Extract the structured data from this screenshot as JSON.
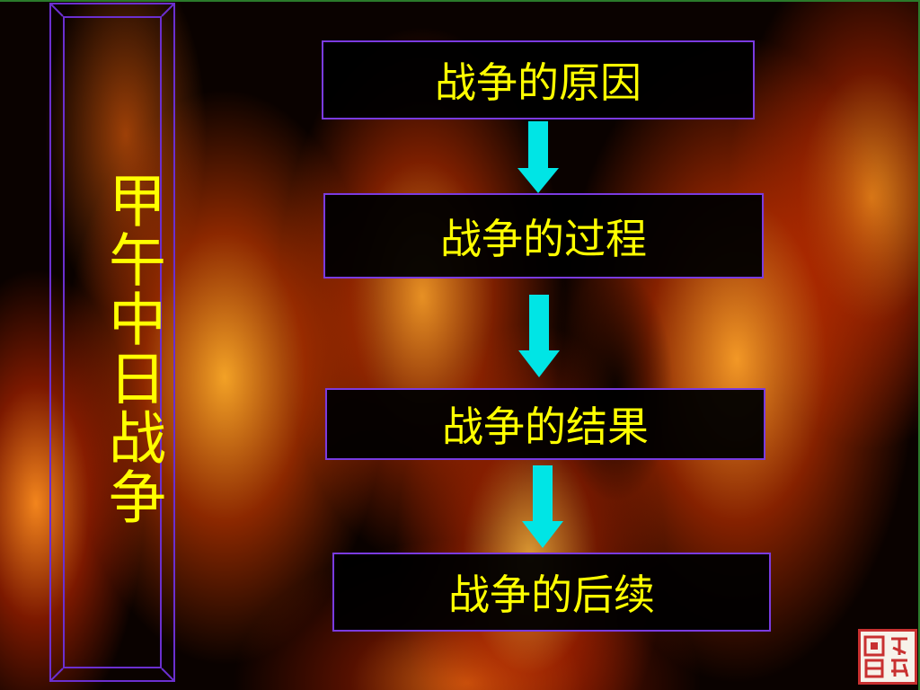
{
  "title": "甲午中日战争",
  "steps": [
    "战争的原因",
    "战争的过程",
    "战争的结果",
    "战争的后续"
  ],
  "colors": {
    "text": "#ffff00",
    "box_border": "#7a3be0",
    "frame": "#6b2fd0",
    "arrow": "#00e5e5",
    "seal": "#c83030"
  },
  "icons": {
    "arrow": "down-arrow-icon",
    "seal": "seal-stamp-icon"
  }
}
